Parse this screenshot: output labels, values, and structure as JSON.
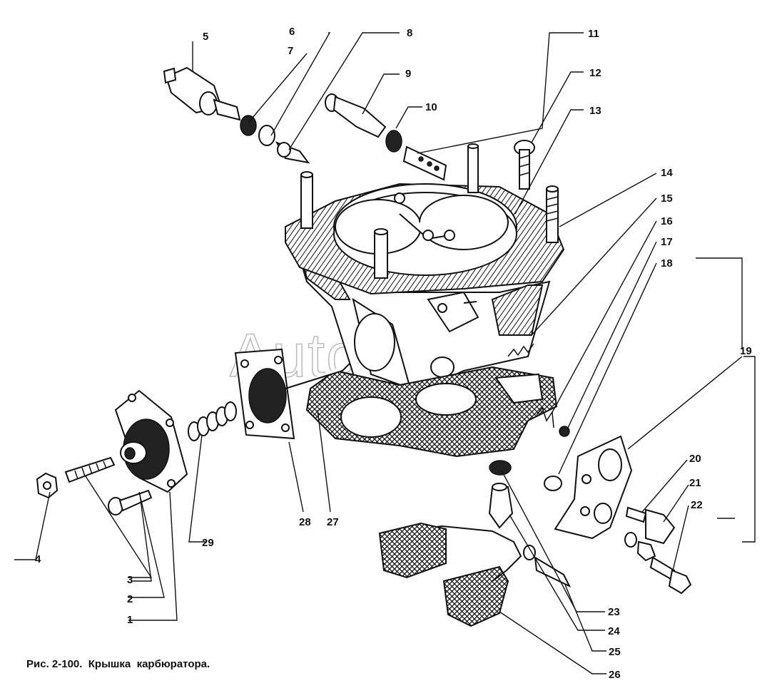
{
  "caption": "Рис. 2-100.  Крышка  карбюратора.",
  "watermark": "AutoSoft",
  "callouts": [
    "1",
    "2",
    "3",
    "4",
    "5",
    "6",
    "7",
    "8",
    "9",
    "10",
    "11",
    "12",
    "13",
    "14",
    "15",
    "16",
    "17",
    "18",
    "19",
    "20",
    "21",
    "22",
    "23",
    "24",
    "25",
    "26",
    "27",
    "28",
    "29"
  ],
  "colors": {
    "ink": "#111111",
    "paper": "#ffffff",
    "watermark": "#bdbdbd"
  }
}
